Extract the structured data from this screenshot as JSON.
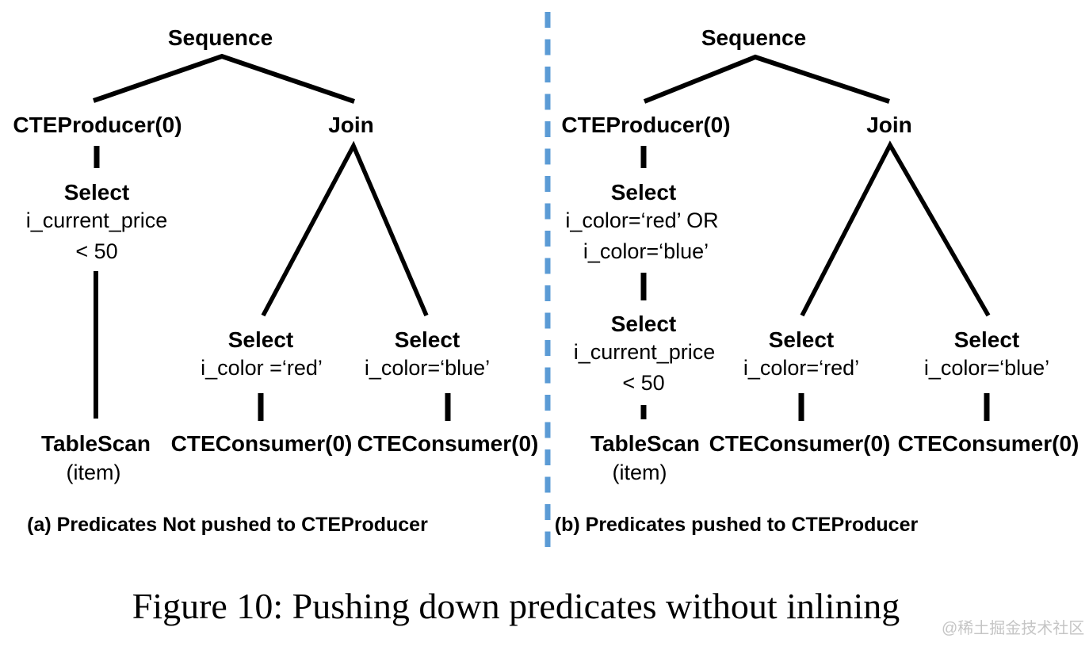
{
  "divider_color": "#5b9bd5",
  "line_color": "#000000",
  "figure_caption": "Figure 10: Pushing down predicates without inlining",
  "watermark": "@稀土掘金技术社区",
  "tree_a": {
    "caption": "(a) Predicates Not pushed to CTEProducer",
    "nodes": {
      "sequence": "Sequence",
      "cte_producer": "CTEProducer(0)",
      "join": "Join",
      "select_price": {
        "label": "Select",
        "pred1": "i_current_price",
        "pred2": "< 50"
      },
      "select_red": {
        "label": "Select",
        "pred": "i_color =‘red’"
      },
      "select_blue": {
        "label": "Select",
        "pred": "i_color=‘blue’"
      },
      "table_scan": {
        "label": "TableScan",
        "detail": "(item)"
      },
      "cte_consumer_left": "CTEConsumer(0)",
      "cte_consumer_right": "CTEConsumer(0)"
    }
  },
  "tree_b": {
    "caption": "(b) Predicates pushed to CTEProducer",
    "nodes": {
      "sequence": "Sequence",
      "cte_producer": "CTEProducer(0)",
      "join": "Join",
      "select_or": {
        "label": "Select",
        "pred1": "i_color=‘red’ OR",
        "pred2": "i_color=‘blue’"
      },
      "select_price": {
        "label": "Select",
        "pred1": "i_current_price",
        "pred2": "< 50"
      },
      "select_red": {
        "label": "Select",
        "pred": "i_color=‘red’"
      },
      "select_blue": {
        "label": "Select",
        "pred": "i_color=‘blue’"
      },
      "table_scan": {
        "label": "TableScan",
        "detail": "(item)"
      },
      "cte_consumer_left": "CTEConsumer(0)",
      "cte_consumer_right": "CTEConsumer(0)"
    }
  }
}
